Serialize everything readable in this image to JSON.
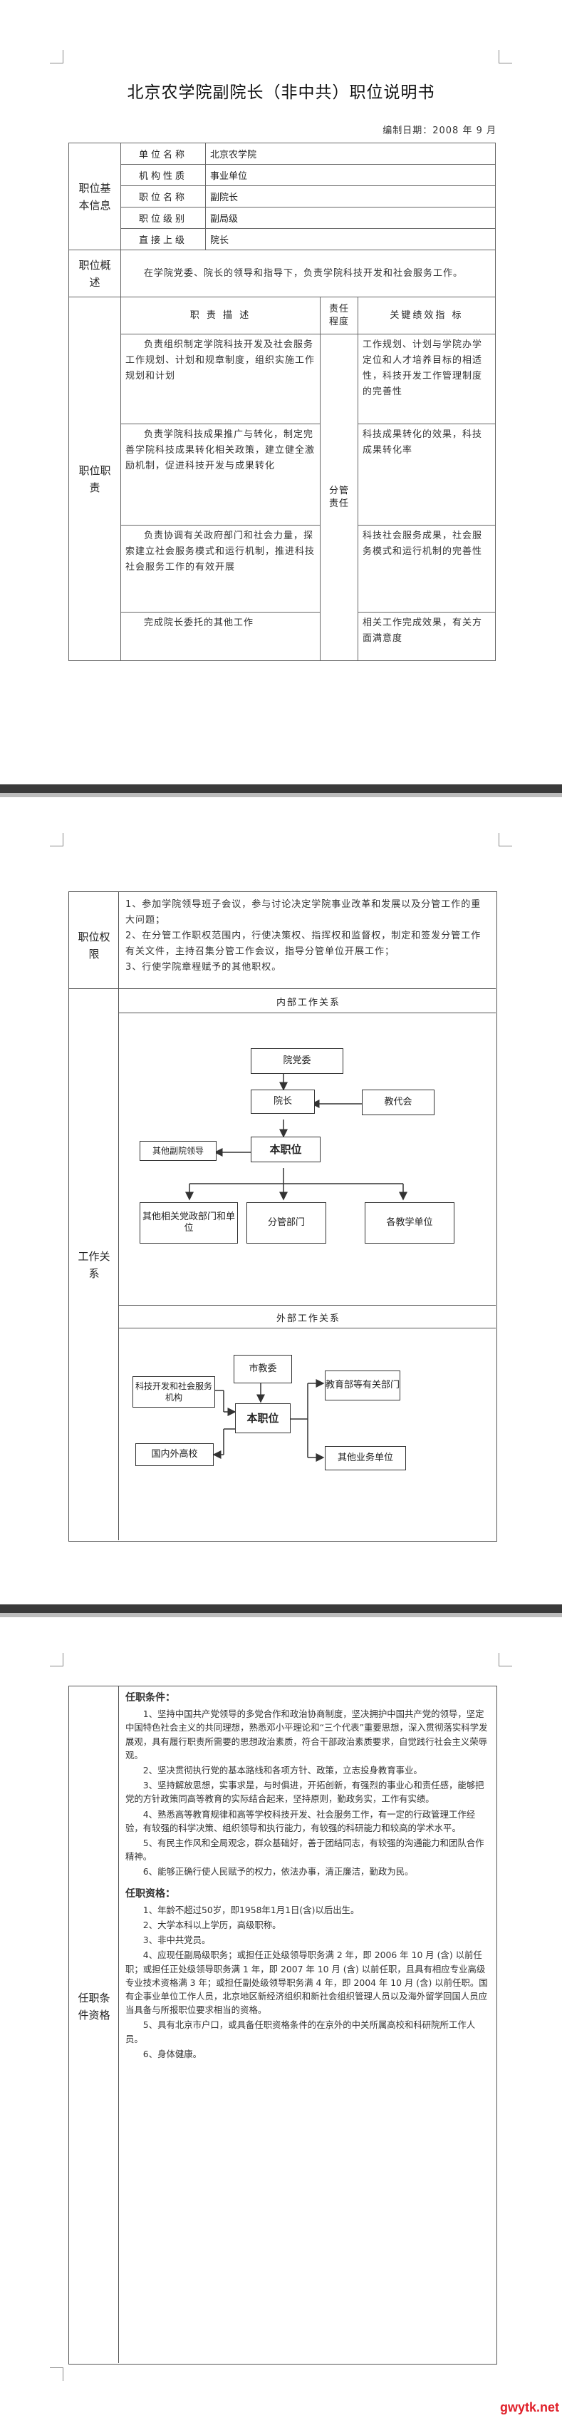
{
  "document": {
    "title": "北京农学院副院长（非中共）职位说明书",
    "date": "编制日期：2008 年 9 月"
  },
  "basic_info": {
    "section_label": "职位基本信息",
    "rows": [
      {
        "label": "单位名称",
        "value": "北京农学院"
      },
      {
        "label": "机构性质",
        "value": "事业单位"
      },
      {
        "label": "职位名称",
        "value": "副院长"
      },
      {
        "label": "职位级别",
        "value": "副局级"
      },
      {
        "label": "直接上级",
        "value": "院长"
      }
    ]
  },
  "overview": {
    "section_label": "职位概述",
    "text": "在学院党委、院长的领导和指导下，负责学院科技开发和社会服务工作。"
  },
  "duties": {
    "section_label": "职位职责",
    "header_duty": "职 责 描 述",
    "header_degree": "责任程度",
    "header_kpi": "关键绩效指 标",
    "degree_value": "分管责任",
    "rows": [
      {
        "duty": "负责组织制定学院科技开发及社会服务工作规划、计划和规章制度，组织实施工作规划和计划",
        "kpi": "工作规划、计划与学院办学定位和人才培养目标的相适性，科技开发工作管理制度的完善性"
      },
      {
        "duty": "负责学院科技成果推广与转化，制定完善学院科技成果转化相关政策，建立健全激励机制，促进科技开发与成果转化",
        "kpi": "科技成果转化的效果，科技成果转化率"
      },
      {
        "duty": "负责协调有关政府部门和社会力量，探索建立社会服务模式和运行机制，推进科技社会服务工作的有效开展",
        "kpi": "科技社会服务成果，社会服务模式和运行机制的完善性"
      },
      {
        "duty": "完成院长委托的其他工作",
        "kpi": "相关工作完成效果，有关方面满意度"
      }
    ]
  },
  "authority": {
    "section_label": "职位权限",
    "items": [
      "1、参加学院领导班子会议，参与讨论决定学院事业改革和发展以及分管工作的重大问题；",
      "2、在分管工作职权范围内，行使决策权、指挥权和监督权，制定和签发分管工作有关文件，主持召集分管工作会议，指导分管单位开展工作；",
      "3、行使学院章程赋予的其他职权。"
    ]
  },
  "relations": {
    "section_label": "工作关系",
    "internal_title": "内部工作关系",
    "external_title": "外部工作关系",
    "internal": {
      "party": "院党委",
      "president": "院长",
      "congress": "教代会",
      "self": "本职位",
      "other_vp": "其他副院领导",
      "other_dept": "其他相关党政部门和单位",
      "managed": "分管部门",
      "teaching": "各教学单位"
    },
    "external": {
      "edu_commission": "市教委",
      "science": "科技开发和社会服务机构",
      "self": "本职位",
      "edu_dept": "教育部等有关部门",
      "universities": "国内外高校",
      "others": "其他业务单位"
    }
  },
  "qualifications": {
    "section_label": "任职条件资格",
    "conditions_title": "任职条件：",
    "conditions": [
      "1、坚持中国共产党领导的多党合作和政治协商制度，坚决拥护中国共产党的领导，坚定中国特色社会主义的共同理想，熟悉邓小平理论和“三个代表”重要思想，深入贯彻落实科学发展观，具有履行职责所需要的思想政治素质，符合干部政治素质要求，自觉践行社会主义荣辱观。",
      "2、坚决贯彻执行党的基本路线和各项方针、政策，立志投身教育事业。",
      "3、坚持解放思想，实事求是，与时俱进，开拓创新，有强烈的事业心和责任感，能够把党的方针政策同高等教育的实际结合起来，坚持原则，勤政务实，工作有实绩。",
      "4、熟悉高等教育规律和高等学校科技开发、社会服务工作，有一定的行政管理工作经验，有较强的科学决策、组织领导和执行能力，有较强的科研能力和较高的学术水平。",
      "5、有民主作风和全局观念，群众基础好，善于团结同志，有较强的沟通能力和团队合作精神。",
      "6、能够正确行使人民赋予的权力，依法办事，清正廉洁，勤政为民。"
    ],
    "requirements_title": "任职资格：",
    "requirements": [
      "1、年龄不超过50岁，即1958年1月1日(含)以后出生。",
      "2、大学本科以上学历，高级职称。",
      "3、非中共党员。",
      "4、应现任副局级职务；或担任正处级领导职务满 2 年，即 2006 年 10 月 (含) 以前任职；或担任正处级领导职务满 1 年，即 2007 年 10 月 (含) 以前任职，且具有相应专业高级专业技术资格满 3 年；或担任副处级领导职务满 4 年，即 2004 年 10 月 (含) 以前任职。国有企事业单位工作人员，北京地区新经济组织和新社会组织管理人员以及海外留学回国人员应当具备与所报职位要求相当的资格。",
      "5、具有北京市户口，或具备任职资格条件的在京外的中关所属高校和科研院所工作人员。",
      "6、身体健康。"
    ]
  },
  "watermark": "gwytk.net"
}
